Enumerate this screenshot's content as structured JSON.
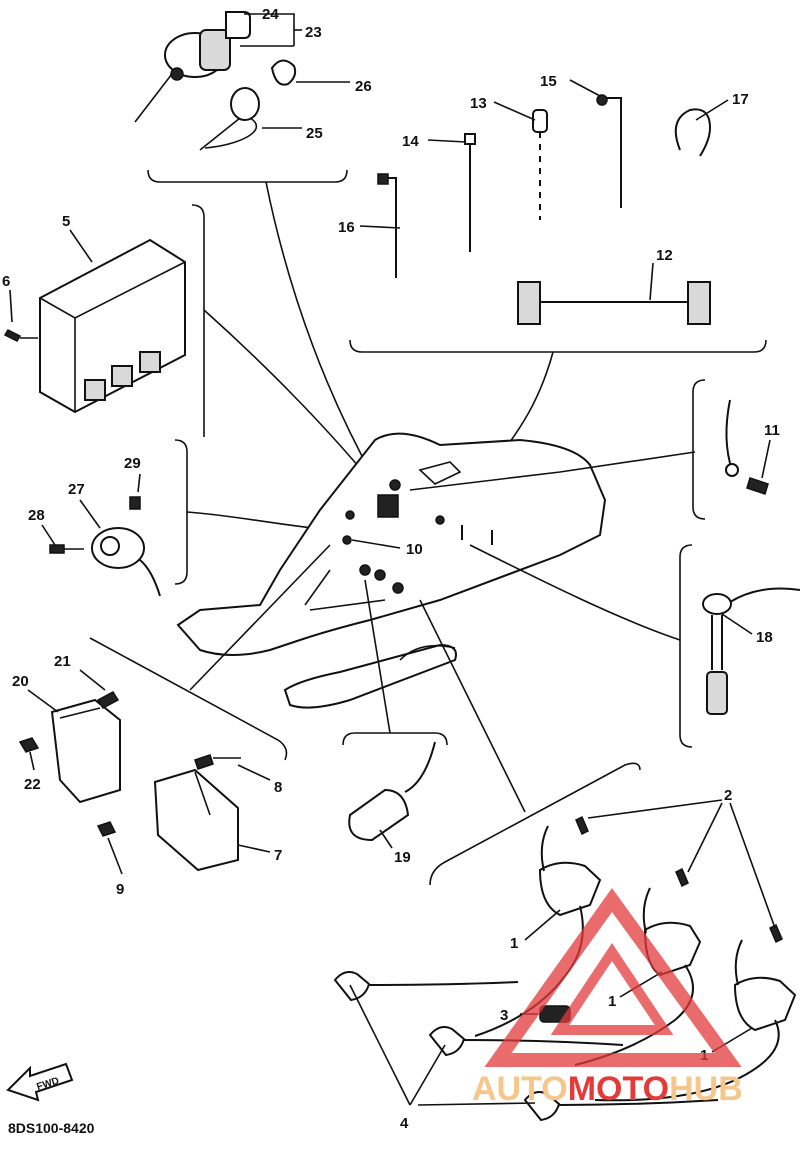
{
  "callouts": {
    "c1a": "1",
    "c1b": "1",
    "c1c": "1",
    "c2": "2",
    "c3": "3",
    "c4": "4",
    "c5": "5",
    "c6": "6",
    "c7": "7",
    "c8": "8",
    "c9": "9",
    "c10": "10",
    "c11": "11",
    "c12": "12",
    "c13": "13",
    "c14": "14",
    "c15": "15",
    "c16": "16",
    "c17": "17",
    "c18": "18",
    "c19": "19",
    "c20": "20",
    "c21": "21",
    "c22": "22",
    "c23": "23",
    "c24": "24",
    "c25": "25",
    "c26": "26",
    "c27": "27",
    "c28": "28",
    "c29": "29"
  },
  "fwd_label": "FWD",
  "diagram_code": "8DS100-8420",
  "watermark": {
    "part1": "AUTO",
    "part2": "MOTO",
    "part3": "HUB",
    "color_light": "#f7c68a",
    "color_red": "#e33a3a"
  }
}
